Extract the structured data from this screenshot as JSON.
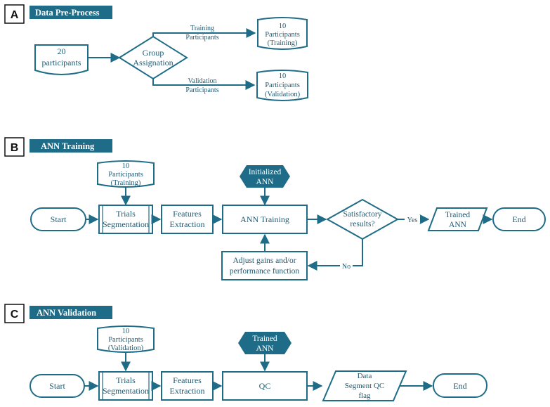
{
  "colors": {
    "accent": "#1e6c87",
    "stroke": "#1e6c87",
    "text": "#1e5a73",
    "header_bg": "#1e6c87"
  },
  "sections": {
    "a": {
      "letter": "A",
      "title": "Data Pre-Process"
    },
    "b": {
      "letter": "B",
      "title": "ANN Training"
    },
    "c": {
      "letter": "C",
      "title": "ANN Validation"
    }
  },
  "a": {
    "source_line1": "20",
    "source_line2": "participants",
    "decision_line1": "Group",
    "decision_line2": "Assignation",
    "top_edge_line1": "Training",
    "top_edge_line2": "Participants",
    "bottom_edge_line1": "Validation",
    "bottom_edge_line2": "Participants",
    "train_line1": "10",
    "train_line2": "Participants",
    "train_line3": "(Training)",
    "val_line1": "10",
    "val_line2": "Participants",
    "val_line3": "(Validation)"
  },
  "b": {
    "data_line1": "10",
    "data_line2": "Participants",
    "data_line3": "(Training)",
    "init_line1": "Initialized",
    "init_line2": "ANN",
    "start": "Start",
    "seg_line1": "Trials",
    "seg_line2": "Segmentation",
    "feat_line1": "Features",
    "feat_line2": "Extraction",
    "training": "ANN Training",
    "decision_line1": "Satisfactory",
    "decision_line2": "results?",
    "yes": "Yes",
    "no": "No",
    "trained_line1": "Trained",
    "trained_line2": "ANN",
    "end": "End",
    "adjust_line1": "Adjust gains and/or",
    "adjust_line2": "performance function"
  },
  "c": {
    "data_line1": "10",
    "data_line2": "Participants",
    "data_line3": "(Validation)",
    "trained_line1": "Trained",
    "trained_line2": "ANN",
    "start": "Start",
    "seg_line1": "Trials",
    "seg_line2": "Segmentation",
    "feat_line1": "Features",
    "feat_line2": "Extraction",
    "qc": "QC",
    "flag_line1": "Data",
    "flag_line2": "Segment QC",
    "flag_line3": "flag",
    "end": "End"
  }
}
